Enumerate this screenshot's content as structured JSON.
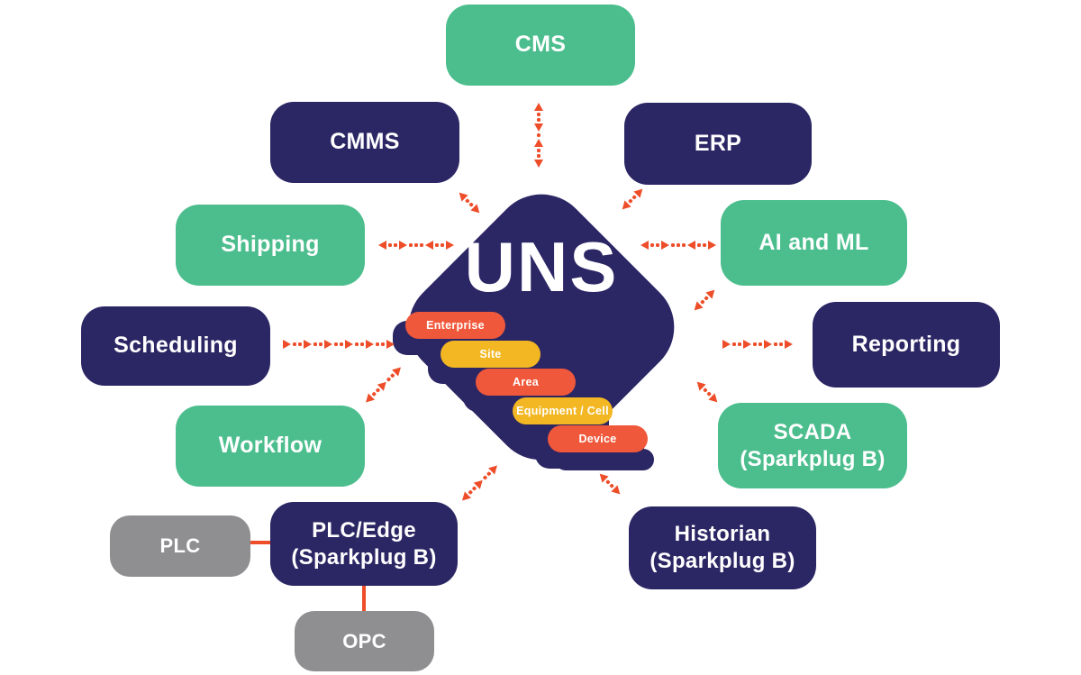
{
  "palette": {
    "navy": "#2B2664",
    "green": "#4CBE8E",
    "orange": "#F0583B",
    "yellow": "#F2B722",
    "arrow_orange": "#EE4D29",
    "gray": "#8F8F91",
    "text": "#FFFFFF"
  },
  "center": {
    "title": "UNS",
    "hierarchy": [
      {
        "label": "Enterprise",
        "color": "orange"
      },
      {
        "label": "Site",
        "color": "yellow"
      },
      {
        "label": "Area",
        "color": "orange"
      },
      {
        "label": "Equipment / Cell",
        "color": "yellow"
      },
      {
        "label": "Device",
        "color": "orange"
      }
    ]
  },
  "nodes": {
    "cms": {
      "label": "CMS",
      "color": "green"
    },
    "cmms": {
      "label": "CMMS",
      "color": "navy"
    },
    "erp": {
      "label": "ERP",
      "color": "navy"
    },
    "shipping": {
      "label": "Shipping",
      "color": "green"
    },
    "ai_ml": {
      "label": "AI and ML",
      "color": "green"
    },
    "scheduling": {
      "label": "Scheduling",
      "color": "navy"
    },
    "reporting": {
      "label": "Reporting",
      "color": "navy"
    },
    "workflow": {
      "label": "Workflow",
      "color": "green"
    },
    "scada": {
      "label": "SCADA\n(Sparkplug B)",
      "color": "green"
    },
    "plc_edge": {
      "label": "PLC/Edge\n(Sparkplug B)",
      "color": "navy"
    },
    "historian": {
      "label": "Historian\n(Sparkplug B)",
      "color": "navy"
    },
    "plc": {
      "label": "PLC",
      "color": "gray"
    },
    "opc": {
      "label": "OPC",
      "color": "gray"
    }
  }
}
